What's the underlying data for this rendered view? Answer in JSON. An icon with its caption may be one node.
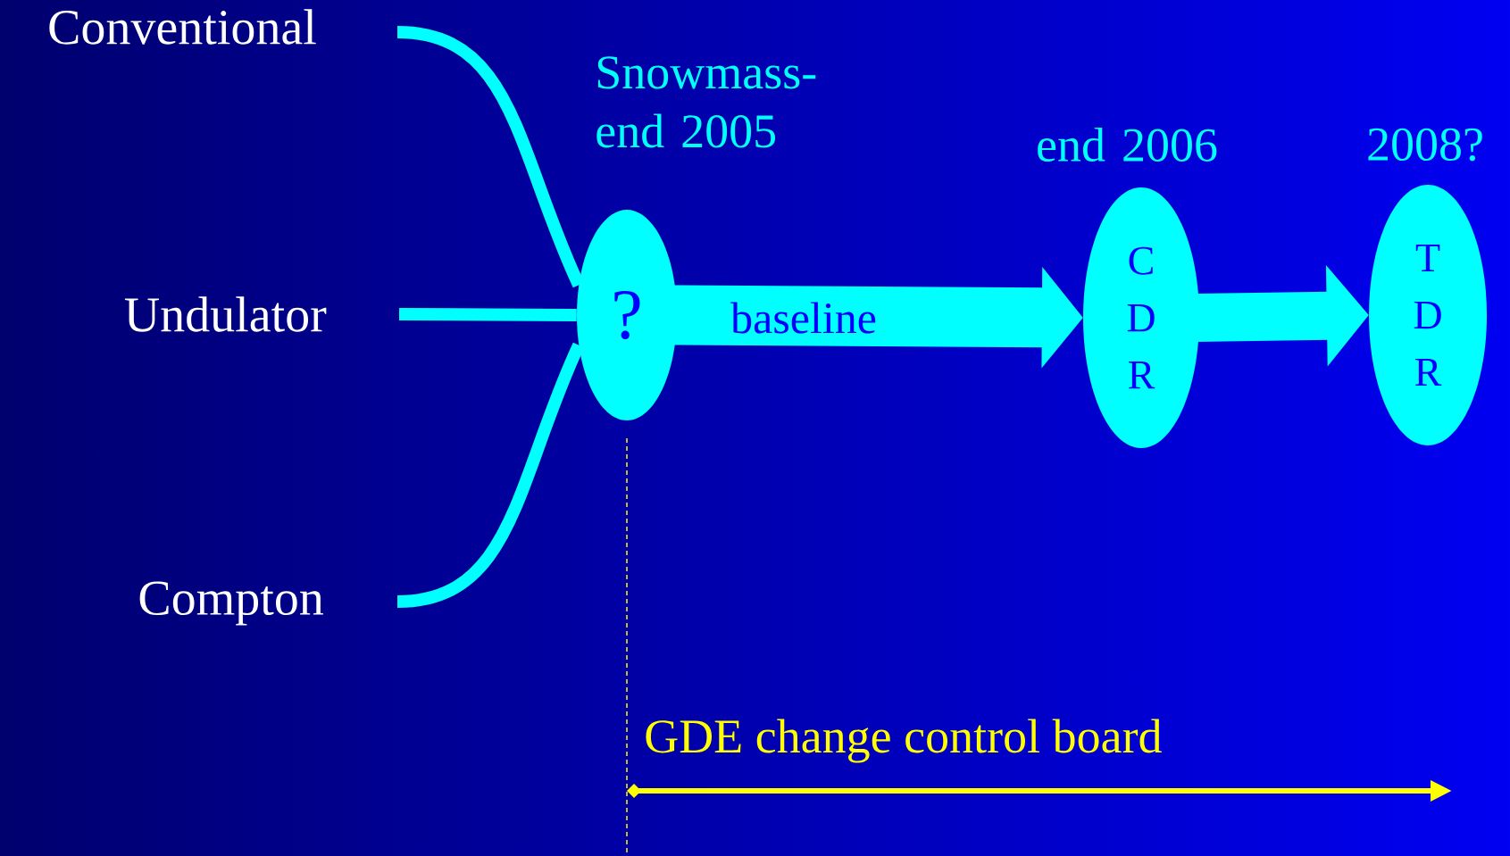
{
  "diagram": {
    "nodes": [
      {
        "text": [
          "Conventional"
        ]
      },
      {
        "text": [
          "Undulator"
        ]
      },
      {
        "text": [
          "Compton"
        ]
      },
      {
        "text": [
          "?"
        ],
        "beside": [
          "Snowmass- end 2005"
        ]
      },
      {
        "text": [
          "C D R"
        ],
        "beside": [
          "end 2006"
        ]
      },
      {
        "text": [
          "T D R"
        ],
        "beside": [
          "2008?"
        ]
      }
    ],
    "edges": [
      {
        "from": 0,
        "to": 3,
        "arrow": "none"
      },
      {
        "from": 1,
        "to": 3,
        "arrow": "none"
      },
      {
        "from": 2,
        "to": 3,
        "arrow": "none"
      },
      {
        "from": 3,
        "to": 4,
        "arrow": "to",
        "label": "baseline",
        "style": "thick"
      },
      {
        "from": 4,
        "to": 5,
        "arrow": "to",
        "style": "thick"
      }
    ],
    "labels": [
      "GDE change control board"
    ]
  }
}
